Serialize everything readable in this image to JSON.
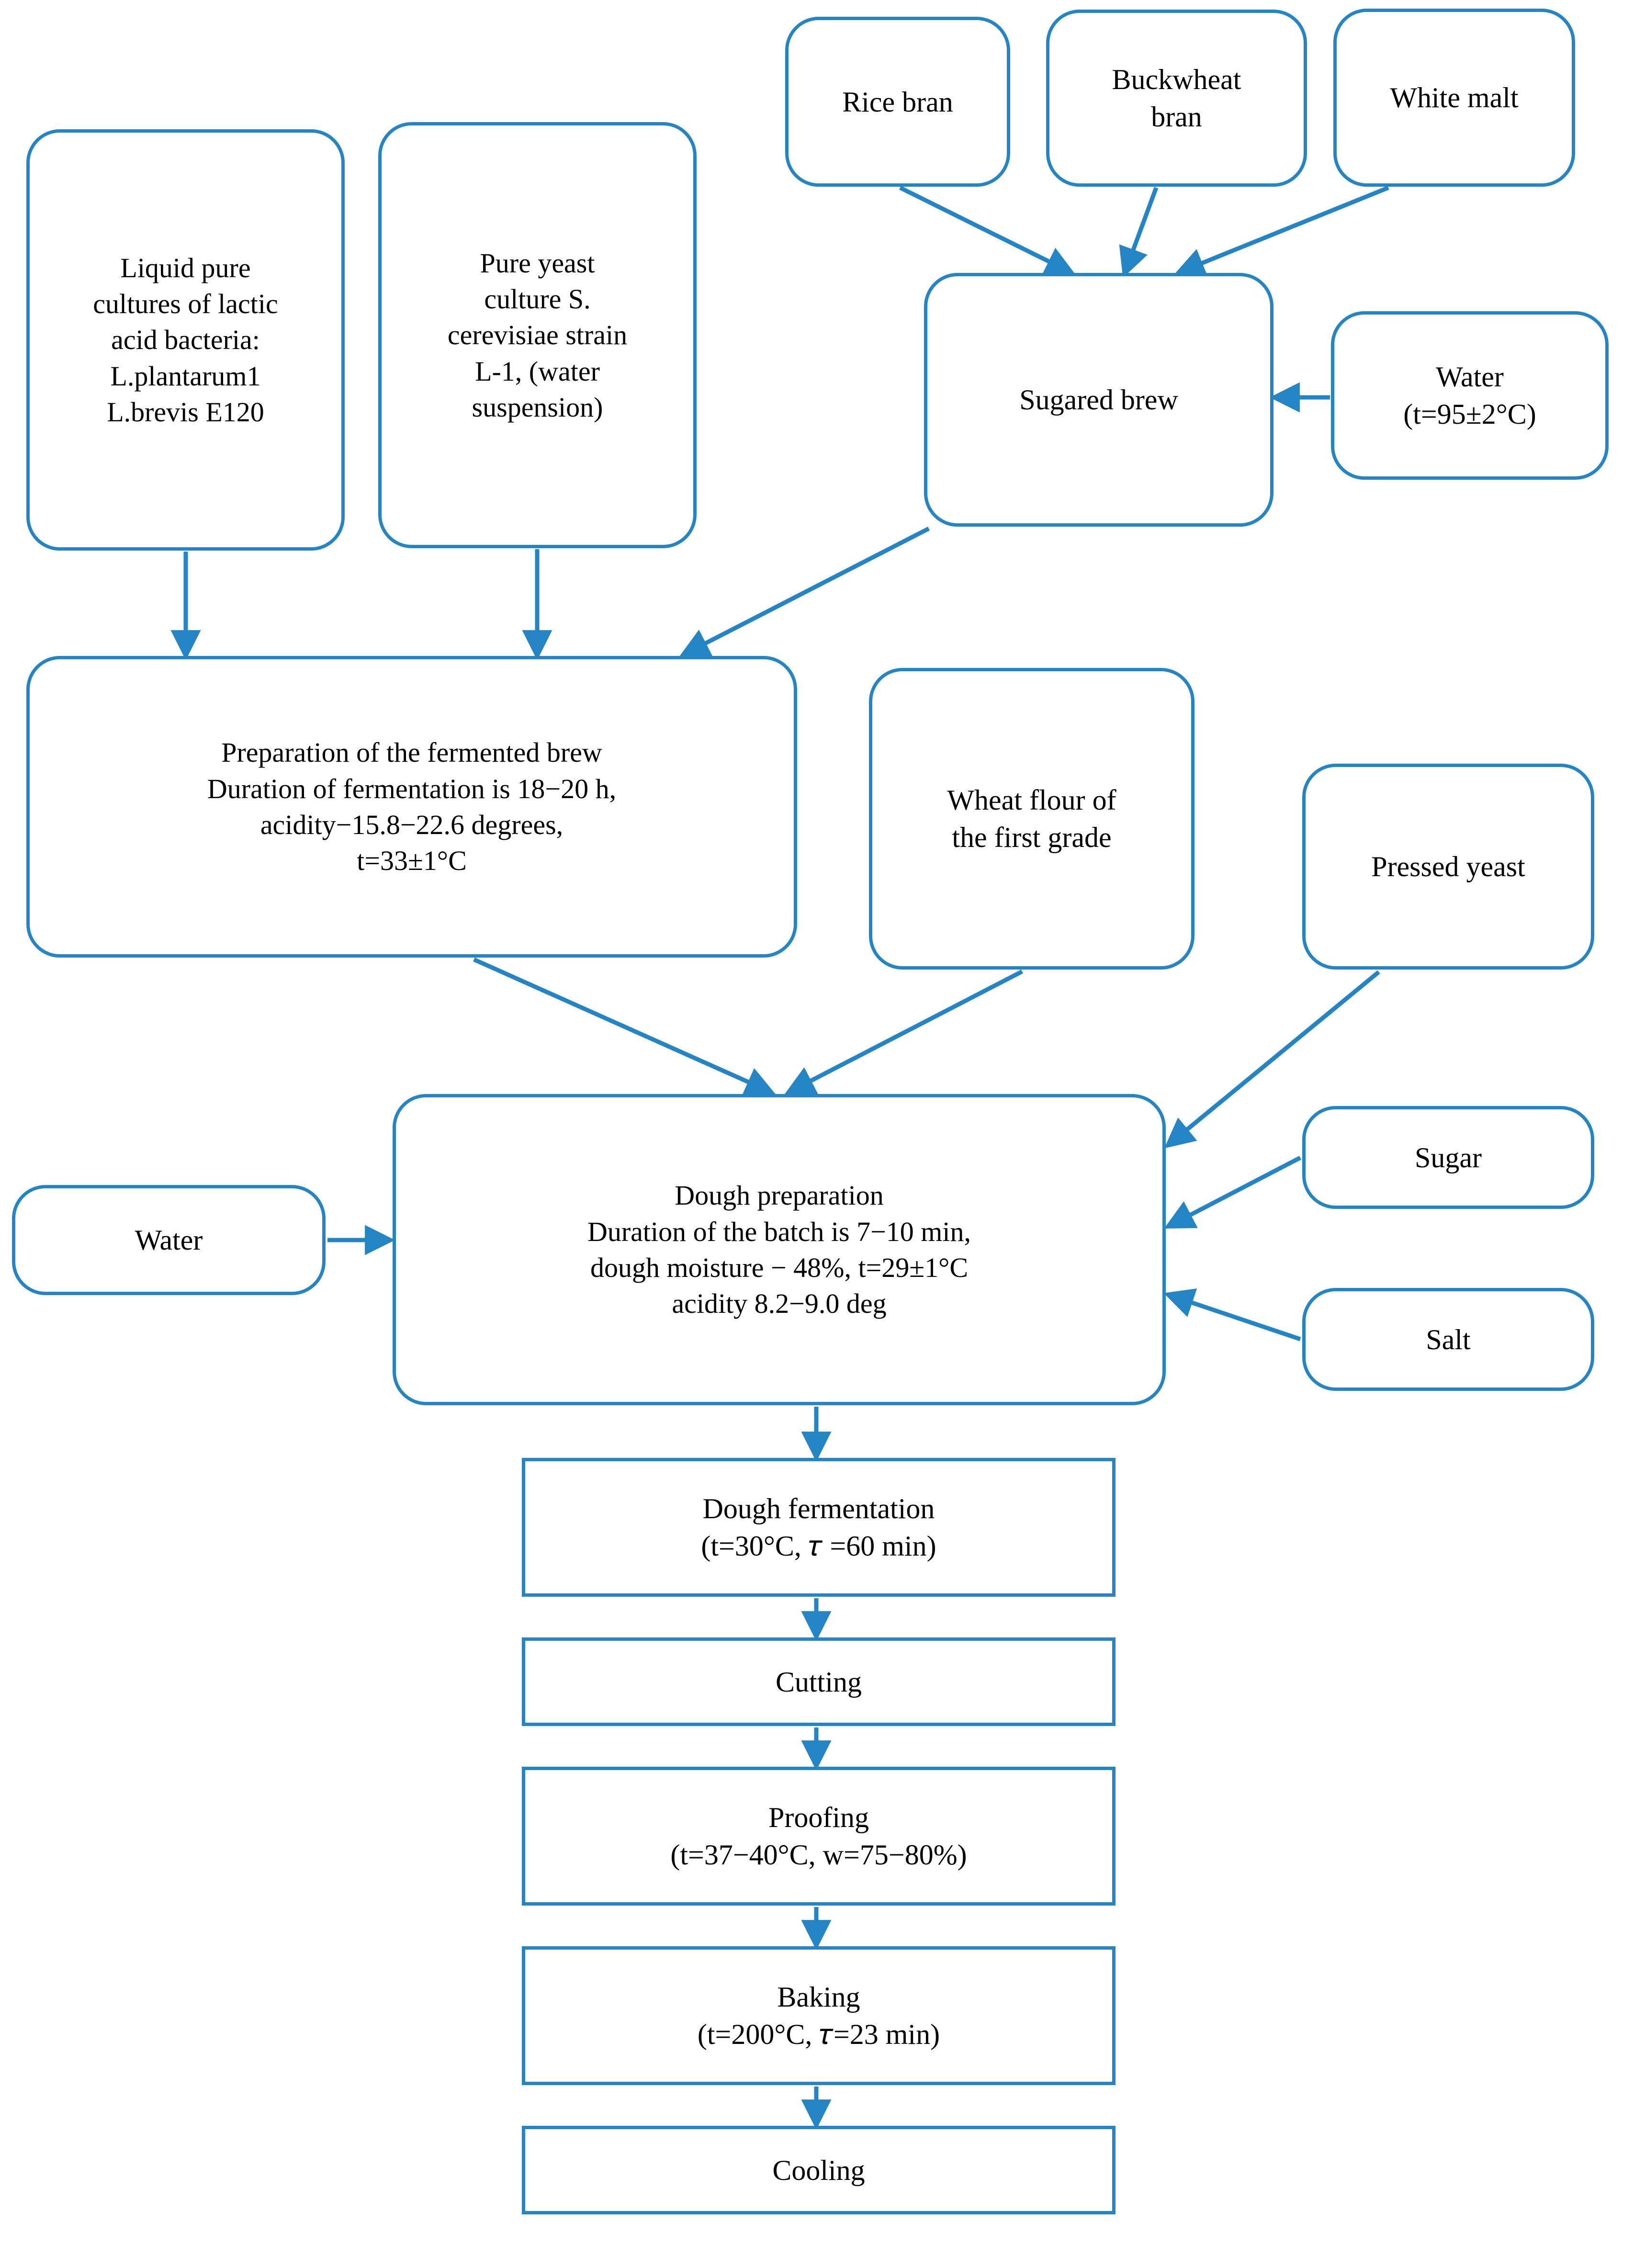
{
  "diagram": {
    "title": "Bread production technological flowchart",
    "colors": {
      "edge": "#2585C4",
      "node_border": "#2585C4",
      "node_fill": "#FFFFFF",
      "text": "#000000"
    }
  },
  "nodes": {
    "lactic_cultures": {
      "label": "Liquid pure\ncultures of lactic\nacid bacteria:\nL.plantarum1\nL.brevis E120"
    },
    "pure_yeast": {
      "label": "Pure yeast\nculture S.\ncerevisiae strain\nL-1, (water\nsuspension)"
    },
    "rice_bran": {
      "label": "Rice bran"
    },
    "buckwheat_bran": {
      "label": "Buckwheat\nbran"
    },
    "white_malt": {
      "label": "White malt"
    },
    "sugared_brew": {
      "label": "Sugared brew"
    },
    "water_hot": {
      "label": "Water\n(t=95±2°C)"
    },
    "fermented_brew": {
      "label": "Preparation of the fermented brew\nDuration of fermentation is 18−20 h,\nacidity−15.8−22.6 degrees,\nt=33±1°C"
    },
    "wheat_flour": {
      "label": "Wheat flour of\nthe first grade"
    },
    "pressed_yeast": {
      "label": "Pressed yeast"
    },
    "dough_preparation": {
      "label": "Dough preparation\nDuration of the batch is 7−10 min,\ndough moisture − 48%, t=29±1°C\nacidity 8.2−9.0 deg"
    },
    "water_dough": {
      "label": "Water"
    },
    "sugar": {
      "label": "Sugar"
    },
    "salt": {
      "label": "Salt"
    },
    "dough_fermentation": {
      "label": "Dough fermentation\n(t=30°C, 𝜏 =60 min)"
    },
    "cutting": {
      "label": "Cutting"
    },
    "proofing": {
      "label": "Proofing\n(t=37−40°C, w=75−80%)"
    },
    "baking": {
      "label": "Baking\n(t=200°C, 𝜏=23 min)"
    },
    "cooling": {
      "label": "Cooling"
    }
  },
  "edges": [
    {
      "from": "rice_bran",
      "to": "sugared_brew"
    },
    {
      "from": "buckwheat_bran",
      "to": "sugared_brew"
    },
    {
      "from": "white_malt",
      "to": "sugared_brew"
    },
    {
      "from": "water_hot",
      "to": "sugared_brew"
    },
    {
      "from": "lactic_cultures",
      "to": "fermented_brew"
    },
    {
      "from": "pure_yeast",
      "to": "fermented_brew"
    },
    {
      "from": "sugared_brew",
      "to": "fermented_brew"
    },
    {
      "from": "fermented_brew",
      "to": "dough_preparation"
    },
    {
      "from": "wheat_flour",
      "to": "dough_preparation"
    },
    {
      "from": "pressed_yeast",
      "to": "dough_preparation"
    },
    {
      "from": "water_dough",
      "to": "dough_preparation"
    },
    {
      "from": "sugar",
      "to": "dough_preparation"
    },
    {
      "from": "salt",
      "to": "dough_preparation"
    },
    {
      "from": "dough_preparation",
      "to": "dough_fermentation"
    },
    {
      "from": "dough_fermentation",
      "to": "cutting"
    },
    {
      "from": "cutting",
      "to": "proofing"
    },
    {
      "from": "proofing",
      "to": "baking"
    },
    {
      "from": "baking",
      "to": "cooling"
    }
  ]
}
